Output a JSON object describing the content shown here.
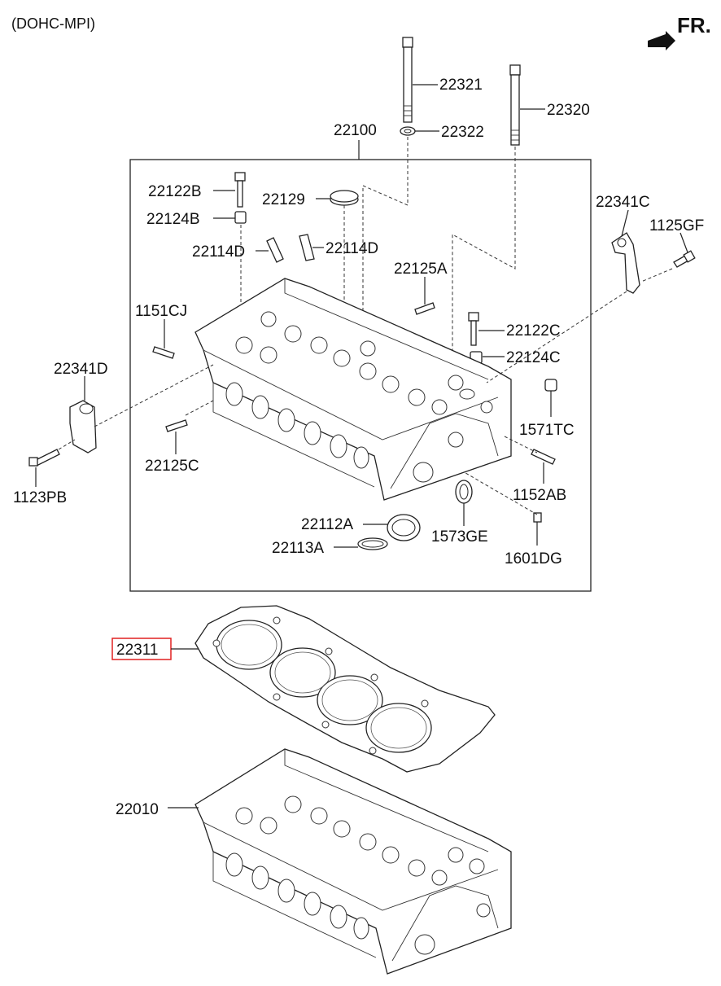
{
  "header": {
    "engine_variant": "(DOHC-MPI)",
    "front_indicator": "FR."
  },
  "parts": {
    "p22321": "22321",
    "p22320": "22320",
    "p22322": "22322",
    "p22100": "22100",
    "p22122B": "22122B",
    "p22124B": "22124B",
    "p22129": "22129",
    "p22114D_left": "22114D",
    "p22114D_right": "22114D",
    "p22341C": "22341C",
    "p1125GF": "1125GF",
    "p22125A": "22125A",
    "p1151CJ": "1151CJ",
    "p22122C": "22122C",
    "p22124C": "22124C",
    "p22341D": "22341D",
    "p1571TC": "1571TC",
    "p22125C": "22125C",
    "p1123PB": "1123PB",
    "p1152AB": "1152AB",
    "p22112A": "22112A",
    "p1573GE": "1573GE",
    "p22113A": "22113A",
    "p1601DG": "1601DG",
    "p22311": "22311",
    "p22010": "22010"
  },
  "highlight": {
    "part": "22311",
    "color": "#e02020"
  }
}
